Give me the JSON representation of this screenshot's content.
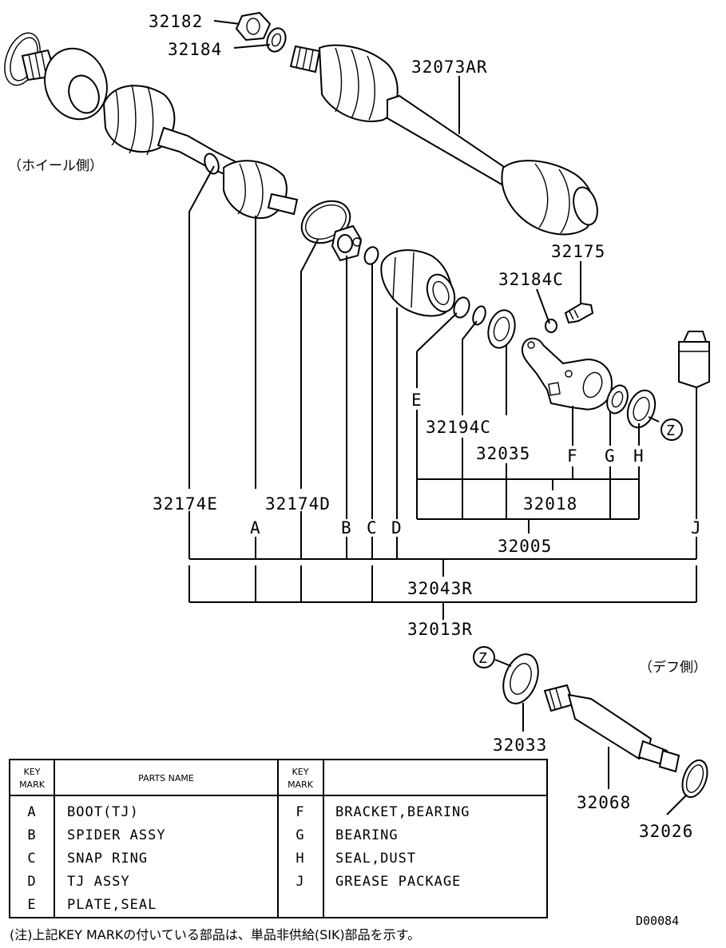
{
  "labels": {
    "p32182": "32182",
    "p32184": "32184",
    "p32073AR": "32073AR",
    "p32175": "32175",
    "p32184C": "32184C",
    "p32194C": "32194C",
    "p32035": "32035",
    "p32018": "32018",
    "p32005": "32005",
    "p32174E": "32174E",
    "p32174D": "32174D",
    "p32043R": "32043R",
    "p32013R": "32013R",
    "p32033": "32033",
    "p32068": "32068",
    "p32026": "32026"
  },
  "letters": {
    "A": "A",
    "B": "B",
    "C": "C",
    "D": "D",
    "E": "E",
    "F": "F",
    "G": "G",
    "H": "H",
    "J": "J",
    "Z1": "Z",
    "Z2": "Z"
  },
  "side_labels": {
    "wheel": "（ホイール側）",
    "diff": "（デフ側）"
  },
  "table": {
    "header_key_line1": "KEY",
    "header_key_line2": "MARK",
    "header_name": "PARTS NAME",
    "rows": [
      {
        "k1": "A",
        "n1": "BOOT(TJ)",
        "k2": "F",
        "n2": "BRACKET,BEARING"
      },
      {
        "k1": "B",
        "n1": "SPIDER ASSY",
        "k2": "G",
        "n2": "BEARING"
      },
      {
        "k1": "C",
        "n1": "SNAP RING",
        "k2": "H",
        "n2": "SEAL,DUST"
      },
      {
        "k1": "D",
        "n1": "TJ ASSY",
        "k2": "J",
        "n2": "GREASE PACKAGE"
      },
      {
        "k1": "E",
        "n1": "PLATE,SEAL",
        "k2": "",
        "n2": ""
      }
    ]
  },
  "footnote": "(注)上記KEY MARKの付いている部品は、単品非供給(SIK)部品を示す。",
  "drawing_code": "D00084"
}
